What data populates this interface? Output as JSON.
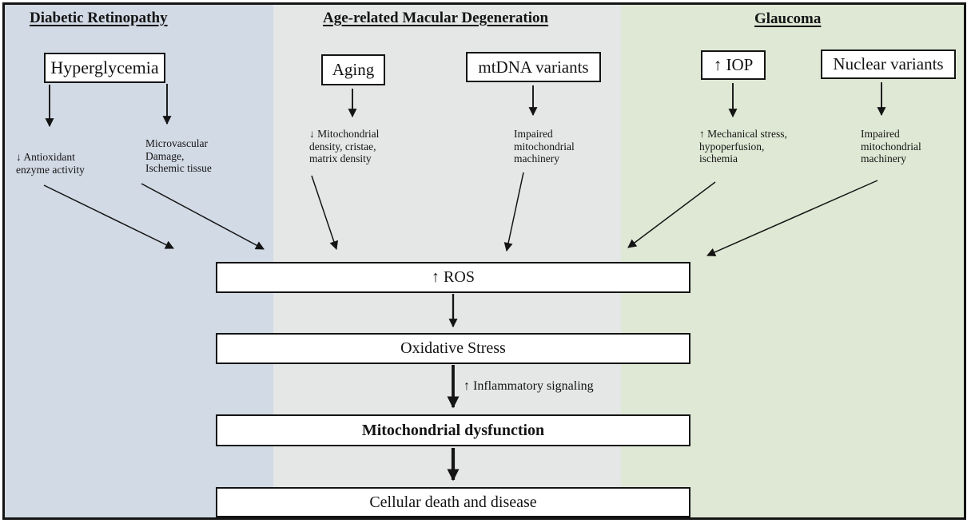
{
  "diagram": {
    "columns": [
      {
        "title": "Diabetic Retinopathy",
        "bg": "#d2dae5"
      },
      {
        "title": "Age-related Macular Degeneration",
        "bg": "#e5e6e6"
      },
      {
        "title": "Glaucoma",
        "bg": "#dfe8d5"
      }
    ],
    "causes": [
      {
        "label": "Hyperglycemia"
      },
      {
        "label": "Aging"
      },
      {
        "label": "mtDNA variants"
      },
      {
        "label": "↑ IOP"
      },
      {
        "label": "Nuclear variants"
      }
    ],
    "mechanisms": [
      {
        "lines": [
          "↓ Antioxidant",
          "enzyme activity"
        ]
      },
      {
        "lines": [
          "Microvascular",
          "Damage,",
          "Ischemic tissue"
        ]
      },
      {
        "lines": [
          "↓ Mitochondrial",
          "density, cristae,",
          "matrix density"
        ]
      },
      {
        "lines": [
          "Impaired",
          "mitochondrial",
          "machinery"
        ]
      },
      {
        "lines": [
          "↑ Mechanical stress,",
          "hypoperfusion,",
          "ischemia"
        ]
      },
      {
        "lines": [
          "Impaired",
          "mitochondrial",
          "machinery"
        ]
      }
    ],
    "flow": [
      {
        "label": "↑ ROS"
      },
      {
        "label": "Oxidative Stress"
      },
      {
        "label": "Mitochondrial dysfunction"
      },
      {
        "label": "Cellular death and disease"
      }
    ],
    "arrow_annotation": "↑ Inflammatory signaling",
    "colors": {
      "ink": "#141414",
      "box_bg": "#ffffff",
      "diabetic_retinopathy_bg": "#d2dae5",
      "amd_bg": "#e5e6e6",
      "glaucoma_bg": "#dfe8d5"
    }
  }
}
